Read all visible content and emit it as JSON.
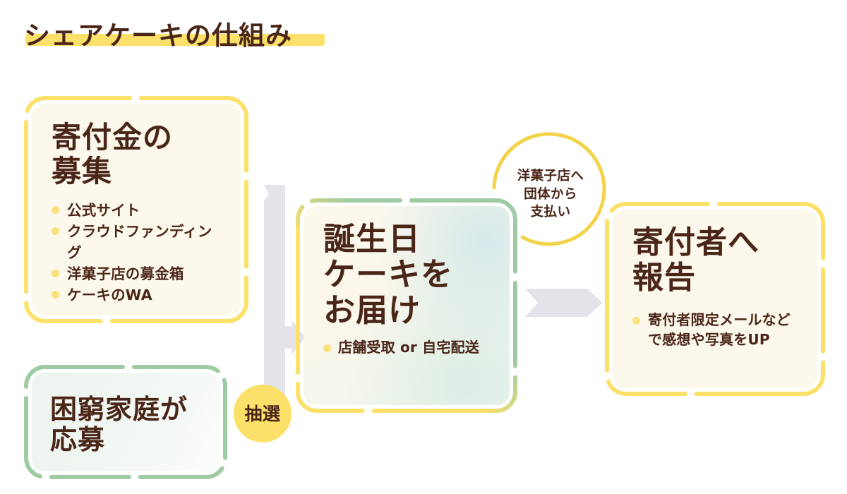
{
  "page": {
    "title": "シェアケーキの仕組み",
    "highlight_color": "#fbe169",
    "text_color": "#4a2618",
    "background": "#ffffff"
  },
  "boxes": {
    "donation": {
      "heading": "寄付金の\n募集",
      "heading_line1": "寄付金の",
      "heading_line2": "募集",
      "border_color": "#fbe169",
      "fill_color": "#fcf8ec",
      "bullets": [
        "公式サイト",
        "クラウドファンディング",
        "洋菓子店の募金箱",
        "ケーキのWA"
      ]
    },
    "family": {
      "heading_line1": "困窮家庭が",
      "heading_line2": "応募",
      "border_color": "#9ecba4",
      "fill_color": "#edf4ee",
      "bullets": []
    },
    "delivery": {
      "heading_line1": "誕生日",
      "heading_line2": "ケーキを",
      "heading_line3": "お届け",
      "border_color_start": "#fbe169",
      "border_color_end": "#9ecba4",
      "fill_color": "#fbf7ea",
      "bullets": [
        "店舗受取 or 自宅配送"
      ]
    },
    "report": {
      "heading_line1": "寄付者へ",
      "heading_line2": "報告",
      "border_color": "#fbe169",
      "fill_color": "#fcf8ec",
      "bullets": [
        "寄付者限定メールなど\nで感想や写真をUP"
      ],
      "bullet_line1": "寄付者限定メールなど",
      "bullet_line2": "で感想や写真をUP"
    }
  },
  "connectors": {
    "lottery_badge": {
      "label": "抽選",
      "fill": "#fbe169"
    },
    "merge_arrow": {
      "color": "#e4e3ea"
    },
    "chevron_arrow": {
      "color": "#e4e3ea"
    },
    "payment_loop": {
      "line1": "洋菓子店へ",
      "line2": "団体から",
      "line3": "支払い",
      "stroke": "#f2d34a"
    }
  }
}
